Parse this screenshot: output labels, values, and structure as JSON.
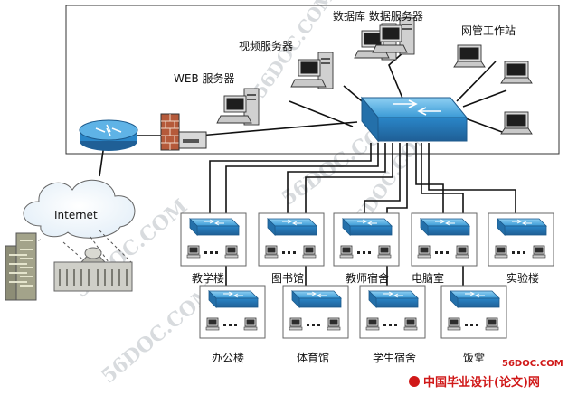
{
  "labels": {
    "db_server": "数据库 数据服务器",
    "video_server": "视频服务器",
    "web_server": "WEB 服务器",
    "nms_station": "网管工作站",
    "internet": "Internet"
  },
  "buildings": [
    "教学楼",
    "图书馆",
    "教师宿舍",
    "电脑室",
    "实验楼",
    "办公楼",
    "体育馆",
    "学生宿舍",
    "饭堂"
  ],
  "watermark": {
    "text": "56DOC.COM",
    "brand_cn": "中国毕业设计(论文)网",
    "brand_site": "56DOC.COM"
  },
  "colors": {
    "switch_blue": "#2a86c8",
    "switch_light": "#7cc3ee",
    "line": "#111111",
    "brand_red": "#d01818"
  }
}
